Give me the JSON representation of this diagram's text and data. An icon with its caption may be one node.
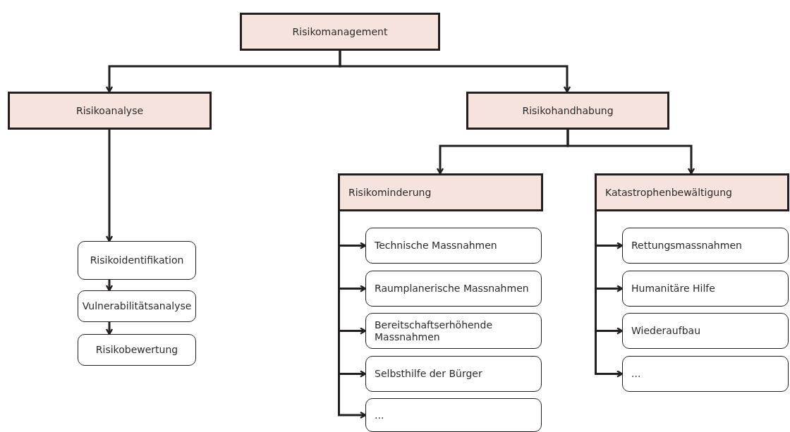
{
  "diagram": {
    "nodes": [
      {
        "text": [
          "Risikomanagement"
        ]
      },
      {
        "text": [
          "Risikoanalyse"
        ]
      },
      {
        "text": [
          "Risikohandhabung"
        ]
      },
      {
        "text": [
          "Risikominderung"
        ]
      },
      {
        "text": [
          "Katastrophenbewältigung"
        ]
      },
      {
        "text": [
          "Risikoidentifikation"
        ]
      },
      {
        "text": [
          "Vulnerabilitätsanalyse"
        ]
      },
      {
        "text": [
          "Risikobewertung"
        ]
      },
      {
        "text": [
          "Technische Massnahmen"
        ]
      },
      {
        "text": [
          "Raumplanerische Massnahmen"
        ]
      },
      {
        "text": [
          "Bereitschaftserhöhende Massnahmen"
        ]
      },
      {
        "text": [
          "Selbsthilfe der Bürger"
        ]
      },
      {
        "text": [
          "..."
        ]
      },
      {
        "text": [
          "Rettungsmassnahmen"
        ]
      },
      {
        "text": [
          "Humanitäre Hilfe"
        ]
      },
      {
        "text": [
          "Wiederaufbau"
        ]
      },
      {
        "text": [
          "..."
        ]
      }
    ],
    "edges": [
      {
        "from": 0,
        "to": 1,
        "arrow": "to"
      },
      {
        "from": 0,
        "to": 2,
        "arrow": "to"
      },
      {
        "from": 1,
        "to": 5,
        "arrow": "to"
      },
      {
        "from": 5,
        "to": 6,
        "arrow": "to"
      },
      {
        "from": 6,
        "to": 7,
        "arrow": "to"
      },
      {
        "from": 2,
        "to": 3,
        "arrow": "to"
      },
      {
        "from": 2,
        "to": 4,
        "arrow": "to"
      },
      {
        "from": 3,
        "to": 8,
        "arrow": "to"
      },
      {
        "from": 3,
        "to": 9,
        "arrow": "to"
      },
      {
        "from": 3,
        "to": 10,
        "arrow": "to"
      },
      {
        "from": 3,
        "to": 11,
        "arrow": "to"
      },
      {
        "from": 3,
        "to": 12,
        "arrow": "to"
      },
      {
        "from": 4,
        "to": 13,
        "arrow": "to"
      },
      {
        "from": 4,
        "to": 14,
        "arrow": "to"
      },
      {
        "from": 4,
        "to": 15,
        "arrow": "to"
      },
      {
        "from": 4,
        "to": 16,
        "arrow": "to"
      }
    ]
  }
}
